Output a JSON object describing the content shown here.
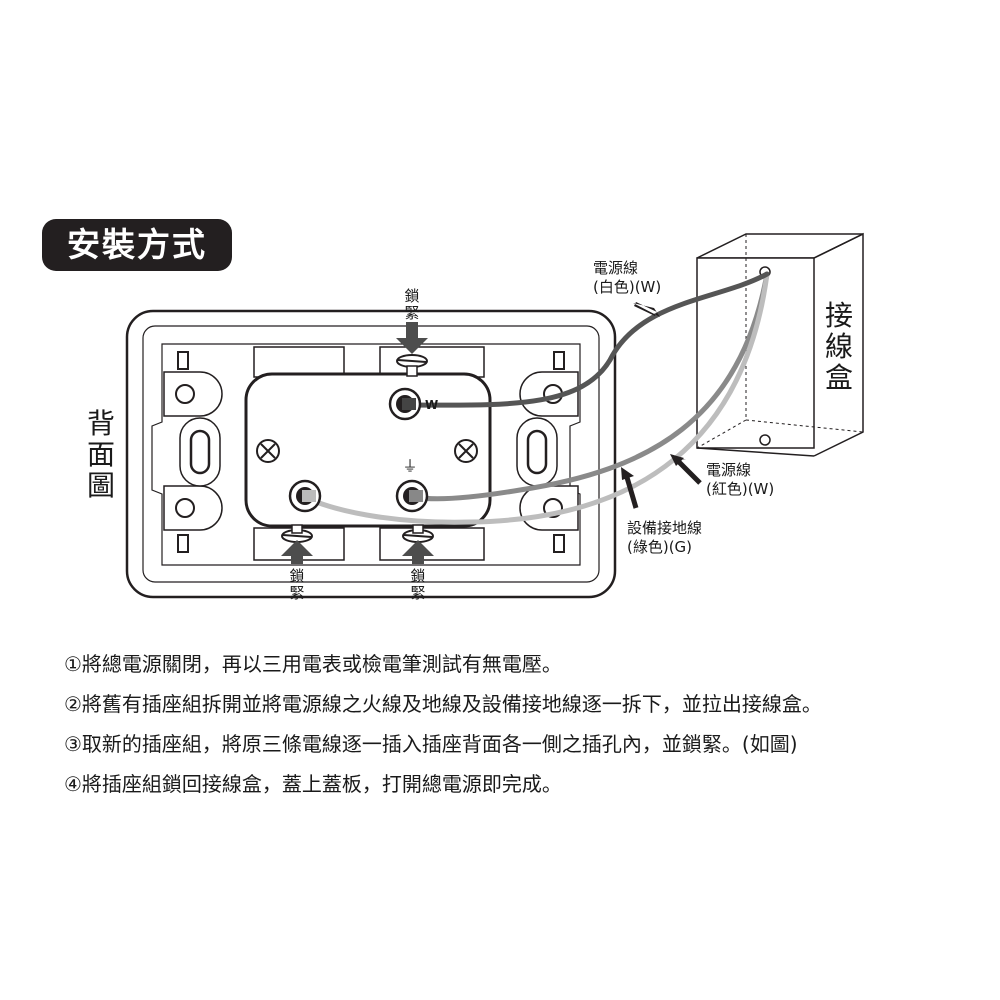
{
  "title": "安裝方式",
  "labels": {
    "back_view": "背面圖",
    "junction_box": "接線盒",
    "lock_top": "鎖緊",
    "lock_bottom_left": "鎖緊",
    "lock_bottom_right": "鎖緊",
    "terminal_w": "W",
    "ground_symbol": "⏚"
  },
  "wires": {
    "white": {
      "line1": "電源線",
      "line2": "(白色)(W)",
      "color": "#555555"
    },
    "red": {
      "line1": "電源線",
      "line2": "(紅色)(W)",
      "color": "#8a8a8a"
    },
    "ground": {
      "line1": "設備接地線",
      "line2": "(綠色)(G)",
      "color": "#bdbdbd"
    }
  },
  "steps": [
    "①將總電源關閉，再以三用電表或檢電筆測試有無電壓。",
    "②將舊有插座組拆開並將電源線之火線及地線及設備接地線逐一拆下，並拉出接線盒。",
    "③取新的插座組，將原三條電線逐一插入插座背面各一側之插孔內，並鎖緊。(如圖)",
    "④將插座組鎖回接線盒，蓋上蓋板，打開總電源即完成。"
  ]
}
